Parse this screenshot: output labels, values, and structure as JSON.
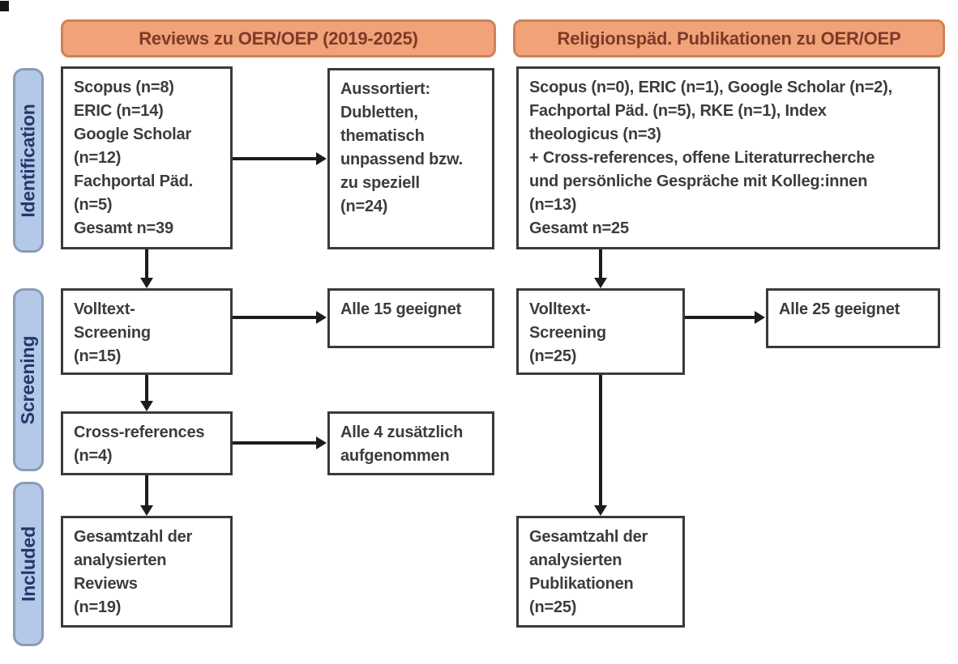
{
  "headers": {
    "left": "Reviews zu OER/OEP (2019-2025)",
    "right": "Religionspäd. Publikationen zu OER/OEP"
  },
  "stages": {
    "identification": "Identification",
    "screening": "Screening",
    "included": "Included"
  },
  "boxes": {
    "sources_reviews": {
      "lines": [
        "Scopus (n=8)",
        "ERIC (n=14)",
        "Google Scholar",
        "(n=12)",
        "Fachportal Päd.",
        "(n=5)",
        "Gesamt n=39"
      ]
    },
    "aussortiert": {
      "lines": [
        "Aussortiert:",
        "Dubletten,",
        "thematisch",
        "unpassend bzw.",
        "zu speziell",
        "(n=24)"
      ]
    },
    "sources_relpaed": {
      "lines": [
        "Scopus (n=0), ERIC (n=1), Google Scholar (n=2),",
        "Fachportal Päd. (n=5), RKE (n=1), Index",
        "theologicus (n=3)",
        "+ Cross-references, offene Literaturrecherche",
        "und persönliche Gespräche mit Kolleg:innen",
        "(n=13)",
        "Gesamt n=25"
      ]
    },
    "volltext_reviews": {
      "lines": [
        "Volltext-",
        "Screening",
        "(n=15)"
      ]
    },
    "alle_15": {
      "lines": [
        "Alle 15 geeignet"
      ]
    },
    "volltext_relpaed": {
      "lines": [
        "Volltext-",
        "Screening",
        "(n=25)"
      ]
    },
    "alle_25": {
      "lines": [
        "Alle 25 geeignet"
      ]
    },
    "crossref": {
      "lines": [
        "Cross-references",
        "(n=4)"
      ]
    },
    "alle_4": {
      "lines": [
        "Alle 4 zusätzlich",
        "aufgenommen"
      ]
    },
    "gesamt_reviews": {
      "lines": [
        "Gesamtzahl der",
        "analysierten",
        "Reviews",
        "(n=19)"
      ]
    },
    "gesamt_relpaed": {
      "lines": [
        "Gesamtzahl der",
        "analysierten",
        "Publikationen",
        "(n=25)"
      ]
    }
  },
  "colors": {
    "header_bg": "#F1A278",
    "header_border": "#CE8257",
    "header_text": "#7D3A28",
    "stage_bg": "#B4C8E8",
    "stage_border": "#8A9BB5",
    "stage_text": "#22386A",
    "box_border": "#3A3A3A",
    "box_text": "#3C3C3C",
    "arrow": "#1C1C1C",
    "page_bg": "#FFFFFF"
  }
}
